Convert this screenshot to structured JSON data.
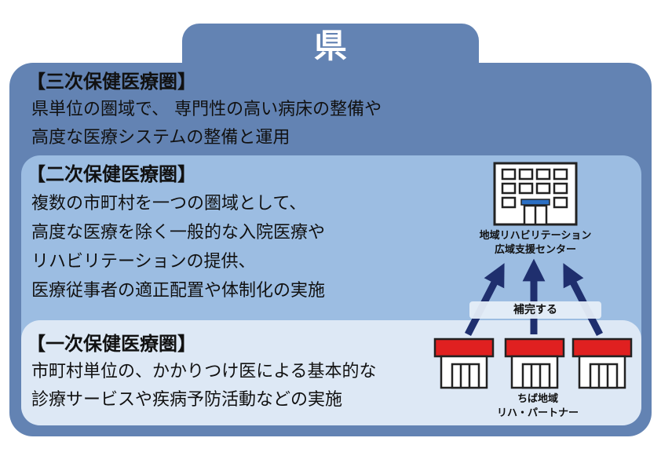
{
  "prefecture": {
    "title": "県"
  },
  "tertiary": {
    "heading": "【三次保健医療圏】",
    "lines": [
      "県単位の圏域で、 専門性の高い病床の整備や",
      "高度な医療システムの整備と運用"
    ]
  },
  "secondary": {
    "heading": "【二次保健医療圏】",
    "lines": [
      "複数の市町村を一つの圏域として、",
      "高度な医療を除く一般的な入院医療や",
      "リハビリテーションの提供、",
      "医療従事者の適正配置や体制化の実施"
    ]
  },
  "primary": {
    "heading": "【一次保健医療圏】",
    "lines": [
      "市町村単位の、かかりつけ医による基本的な",
      "診療サービスや疾病予防活動などの実施"
    ]
  },
  "center": {
    "label_line1": "地域リハビリテーション",
    "label_line2": "広域支援センター"
  },
  "support": {
    "label": "補完する"
  },
  "partners": {
    "label_line1": "ちば地域",
    "label_line2": "リハ・パートナー"
  },
  "colors": {
    "outer": "#6383b3",
    "middle": "#9cbde2",
    "inner": "#dde8f5",
    "roof": "#e02020",
    "arrow": "#1f2f6e"
  }
}
